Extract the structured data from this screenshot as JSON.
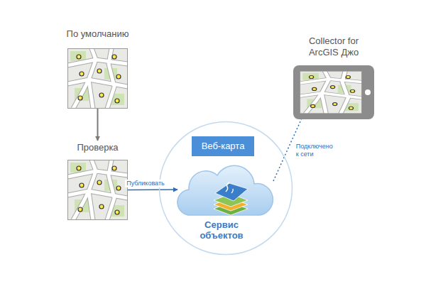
{
  "diagram": {
    "nodes": [
      {
        "text": [
          "По умолчанию"
        ]
      },
      {
        "text": [
          "Проверка"
        ]
      },
      {
        "text": [
          "Веб-карта"
        ]
      },
      {
        "text": [
          "Сервис объектов"
        ],
        "in": 2
      },
      {
        "text": [
          "Collector for ArcGIS Джо"
        ]
      }
    ],
    "edges": [
      {
        "from": 0,
        "to": 1,
        "arrow": "to"
      },
      {
        "from": 1,
        "to": 3,
        "label": "Публиковать",
        "arrow": "to"
      },
      {
        "from": 3,
        "to": 4,
        "label": "Подключено к сети",
        "arrow": "none"
      }
    ]
  }
}
